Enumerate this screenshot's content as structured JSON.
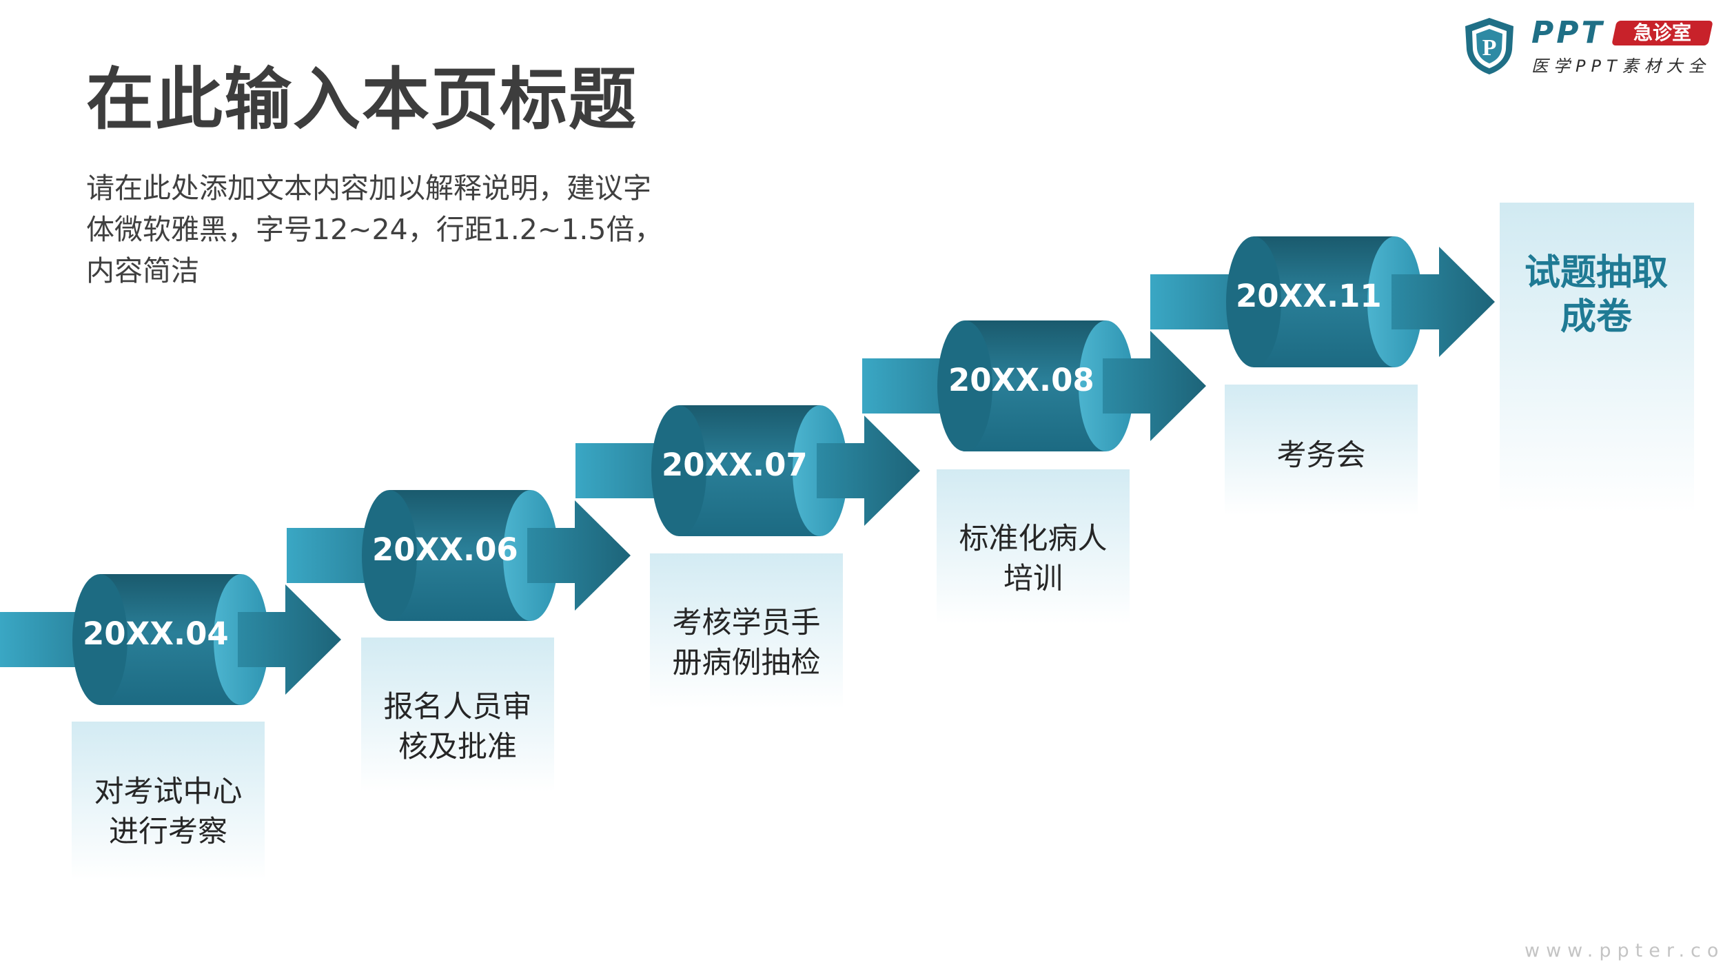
{
  "slide": {
    "title": "在此输入本页标题",
    "subtitle_lines": [
      "请在此处添加文本内容加以解释说明，建议字",
      "体微软雅黑，字号12~24，行距1.2~1.5倍，",
      "内容简洁"
    ]
  },
  "logo": {
    "brand": "PPT",
    "badge": "急诊室",
    "tagline": "医学PPT素材大全",
    "shield_letter": "P"
  },
  "timeline": {
    "steps": [
      {
        "date": "20XX.04",
        "lines": [
          "对考试中心",
          "进行考察"
        ]
      },
      {
        "date": "20XX.06",
        "lines": [
          "报名人员审",
          "核及批准"
        ]
      },
      {
        "date": "20XX.07",
        "lines": [
          "考核学员手",
          "册病例抽检"
        ]
      },
      {
        "date": "20XX.08",
        "lines": [
          "标准化病人",
          "培训"
        ]
      },
      {
        "date": "20XX.11",
        "lines": [
          "考务会"
        ]
      }
    ],
    "final": {
      "lines": [
        "试题抽取",
        "成卷"
      ]
    }
  },
  "footer": {
    "url": "www.ppter.com"
  },
  "colors": {
    "title": "#3d3d3d",
    "accent_dark": "#1f5f73",
    "accent_mid": "#3aa0bd",
    "accent_text": "#1f7a94",
    "logo_red": "#c8222a",
    "label_bg": "#d7edf4"
  }
}
